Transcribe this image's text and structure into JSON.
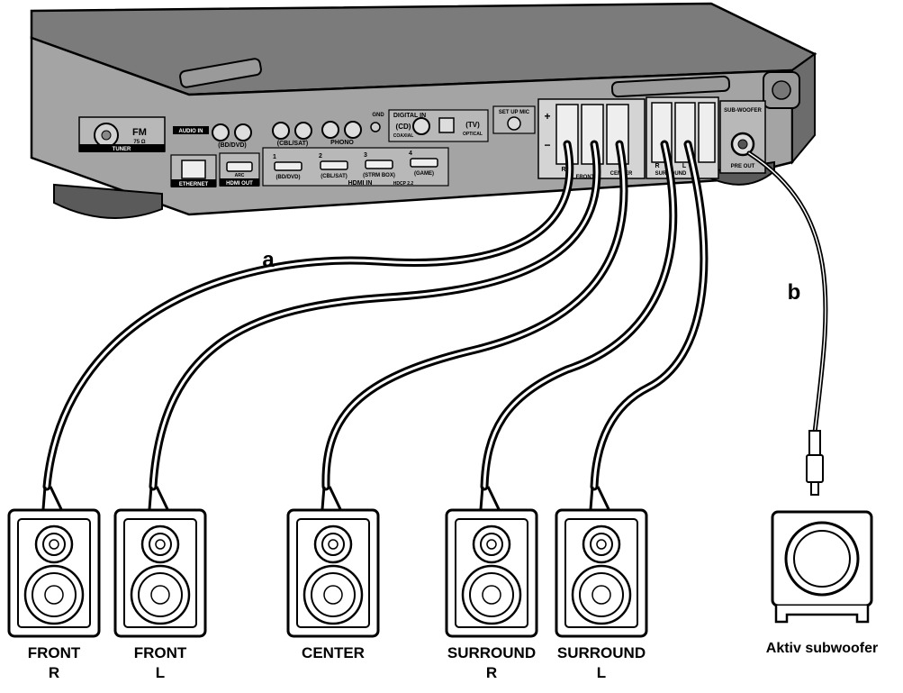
{
  "receiver": {
    "tuner_label": "TUNER",
    "fm_label": "FM",
    "fm_ohm": "75 Ω",
    "audio_in_label": "AUDIO IN",
    "bd_dvd_label": "(BD/DVD)",
    "cbl_sat_label": "(CBL/SAT)",
    "phono_label": "PHONO",
    "gnd_label": "GND",
    "digital_in_label": "DIGITAL IN",
    "cd_label": "(CD)",
    "coaxial_label": "COAXIAL",
    "tv_label": "(TV)",
    "optical_label": "OPTICAL",
    "setup_mic_label": "SET UP MIC",
    "ethernet_label": "ETHERNET",
    "hdmi_out_label": "HDMI OUT",
    "arc_label": "ARC",
    "hdmi_in_label": "HDMI IN",
    "hdcp_label": "HDCP 2.2",
    "hdmi_inputs": [
      {
        "num": "1",
        "name": "(BD/DVD)"
      },
      {
        "num": "2",
        "name": "(CBL/SAT)"
      },
      {
        "num": "3",
        "name": "(STRM BOX)"
      },
      {
        "num": "4",
        "name": "(GAME)"
      }
    ],
    "plus_sign": "+",
    "minus_sign": "−",
    "front_label": "FRONT",
    "center_label": "CENTER",
    "surround_label": "SURROUND",
    "subwoofer_label": "SUB-WOOFER",
    "pre_out_label": "PRE OUT",
    "r_label": "R",
    "l_label": "L"
  },
  "callouts": {
    "a": "a",
    "b": "b"
  },
  "speakers": [
    {
      "line1": "FRONT",
      "line2": "R"
    },
    {
      "line1": "FRONT",
      "line2": "L"
    },
    {
      "line1": "CENTER",
      "line2": ""
    },
    {
      "line1": "SURROUND",
      "line2": "R"
    },
    {
      "line1": "SURROUND",
      "line2": "L"
    }
  ],
  "subwoofer": {
    "label": "Aktiv subwoofer"
  }
}
